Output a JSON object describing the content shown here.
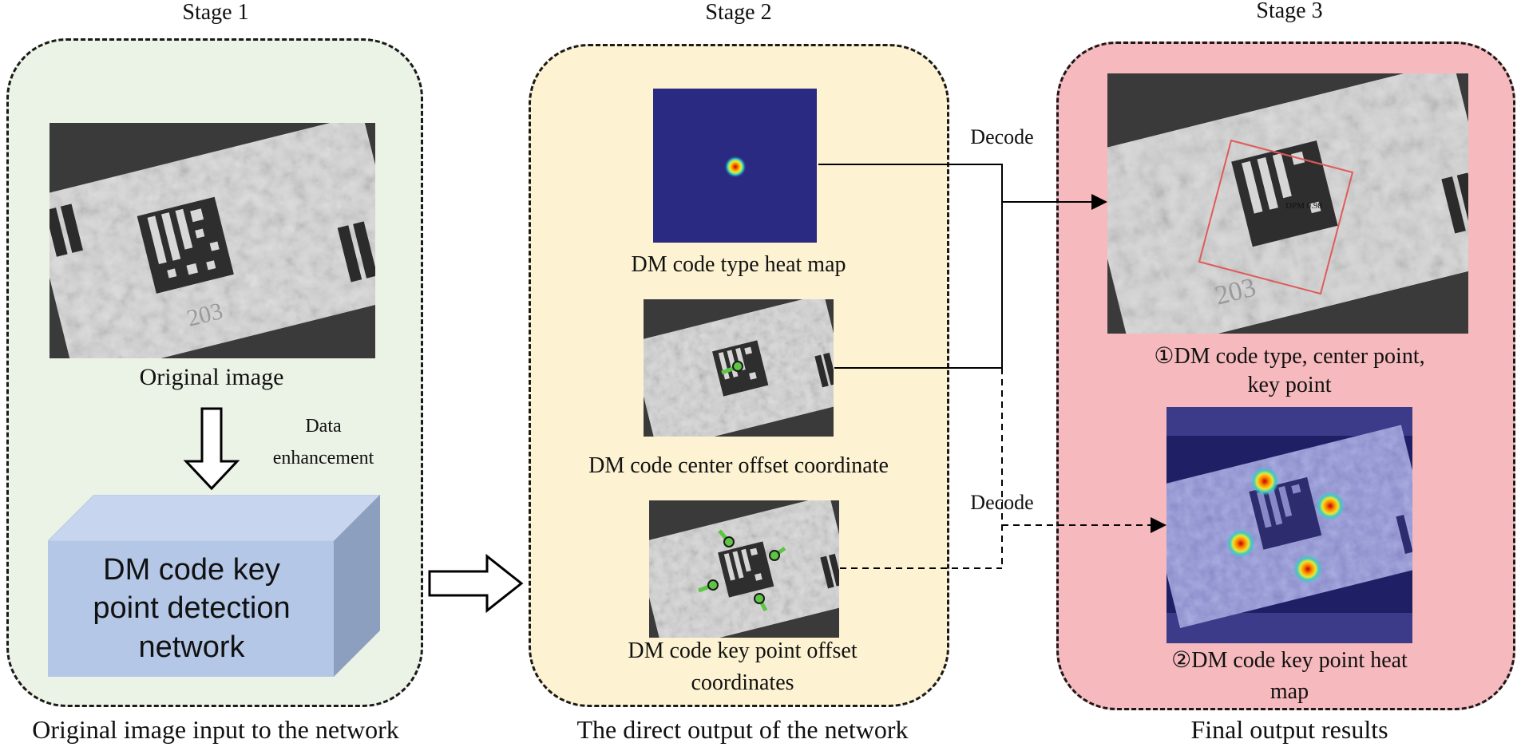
{
  "stages": [
    {
      "title": "Stage 1",
      "caption": "Original image input to the network",
      "color": "#ebf2e6"
    },
    {
      "title": "Stage 2",
      "caption": "The direct output of the network",
      "color": "#fdf3d2"
    },
    {
      "title": "Stage 3",
      "caption": "Final output results",
      "color": "#f6b9bd"
    }
  ],
  "stage1": {
    "image_label": "Original image",
    "enhancement_label_1": "Data",
    "enhancement_label_2": "enhancement",
    "network_line_1": "DM code key",
    "network_line_2": "point detection",
    "network_line_3": "network"
  },
  "stage2": {
    "heatmap_label": "DM code type heat map",
    "center_label": "DM code center offset coordinate",
    "keypoint_label_1": "DM code key point offset",
    "keypoint_label_2": "coordinates"
  },
  "stage3": {
    "result_label_1": "①DM code type, center point,",
    "result_label_2": "key point",
    "heatmap_label_1": "②DM code key point heat",
    "heatmap_label_2": "map",
    "detection_tag": "DPM 0.98"
  },
  "arrows": {
    "decode_top": "Decode",
    "decode_bottom": "Decode"
  },
  "colors": {
    "network_box": "#b4c7e7",
    "heatmap_bg": "#2a2a82",
    "keypoint_green": "#5ec443",
    "detect_box": "#e05a5a"
  }
}
